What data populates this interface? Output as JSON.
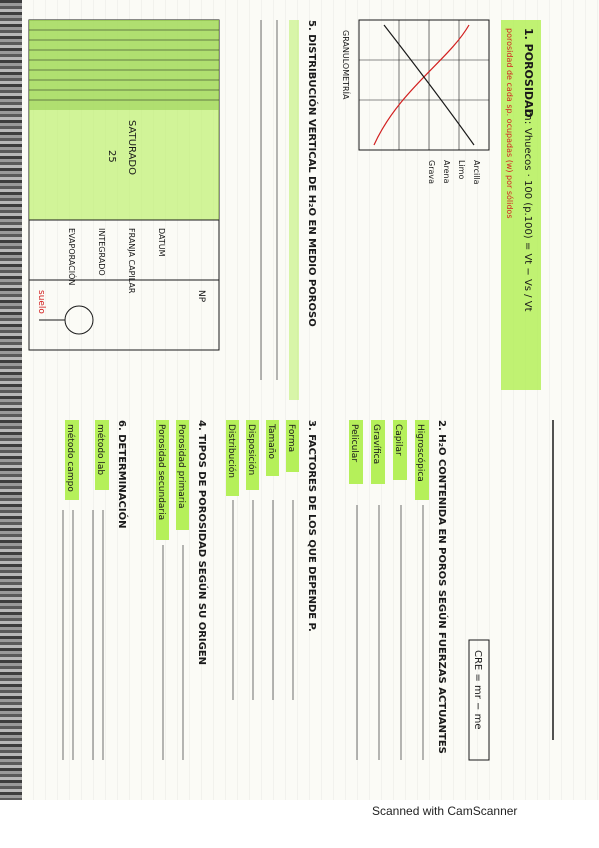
{
  "title": "tema 6: porosidad",
  "sections": {
    "s1_heading": "1. POROSIDAD",
    "s1_formula_m": "m:",
    "s1_formula": "Vhuecos · 100 (p.100) = Vt − Vs / Vt",
    "s1_formula_right": "porosidad de cada sp. ocupadas (w) por sólidos",
    "s2_heading": "2. H₂O CONTENIDA EN POROS SEGÚN FUERZAS ACTUANTES",
    "s2_items": [
      "Higroscópica",
      "Capilar",
      "Gravífica",
      "Pelicular"
    ],
    "s3_heading": "3. FACTORES DE LOS QUE DEPENDE P.",
    "s3_items": [
      "Forma",
      "Tamaño",
      "Disposición",
      "Distribución"
    ],
    "s4_heading": "4. TIPOS DE POROSIDAD SEGÚN SU ORIGEN",
    "s4_items": [
      "Porosidad primaria",
      "Porosidad secundaria"
    ],
    "s5_heading": "5. DISTRIBUCIÓN VERTICAL DE H₂O EN MEDIO POROSO",
    "s6_heading": "6. DETERMINACIÓN",
    "s6_items": [
      "método lab",
      "método campo"
    ],
    "cre_label": "CRE = mr − me",
    "diagram_label_np": "NP",
    "diagram_label_datum": "DATUM",
    "diagram_label_25": "25",
    "diagram_label_suelo": "suelo",
    "diagram_label_franja": "FRANJA CAPILAR",
    "diagram_label_integrado": "INTEGRADO",
    "diagram_label_evaporacion": "EVAPORACIÓN",
    "diagram_label_saturado": "SATURADO",
    "chart_legend": [
      "Arcilla",
      "Limo",
      "Arena",
      "Grava"
    ],
    "chart_label": "GRANULOMETRÍA"
  },
  "footer": "Scanned with CamScanner",
  "colors": {
    "highlight": "#b5f05a",
    "ink_red": "#d22020",
    "ink_dark": "#1a1a1a"
  }
}
